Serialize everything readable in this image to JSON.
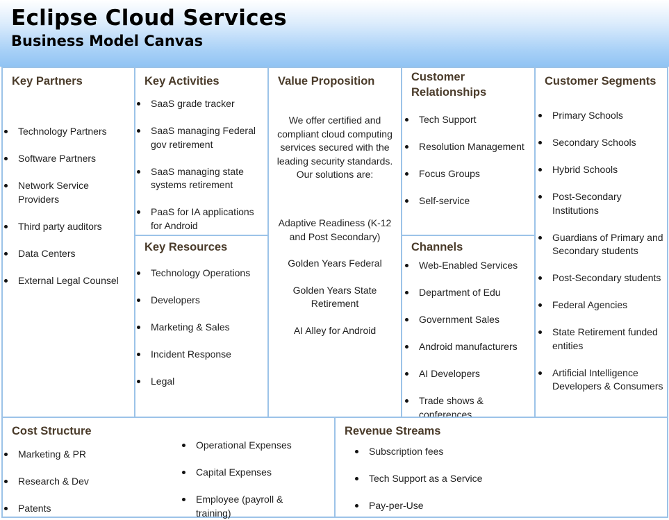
{
  "header": {
    "title": "Eclipse Cloud Services",
    "subtitle": "Business Model Canvas"
  },
  "key_partners": {
    "title": "Key Partners",
    "items": [
      "Technology Partners",
      "Software Partners",
      "Network Service Providers",
      "Third party auditors",
      "Data Centers",
      "External Legal Counsel"
    ]
  },
  "key_activities": {
    "title": "Key Activities",
    "items": [
      "SaaS grade tracker",
      "SaaS managing Federal gov retirement",
      "SaaS managing state systems retirement",
      "PaaS for IA applications for Android"
    ]
  },
  "key_resources": {
    "title": "Key Resources",
    "items": [
      "Technology Operations",
      "Developers",
      "Marketing & Sales",
      "Incident Response",
      "Legal"
    ]
  },
  "value_proposition": {
    "title": "Value Proposition",
    "intro": "We offer certified and compliant cloud computing services secured with the leading security standards. Our solutions are:",
    "solutions": [
      "Adaptive Readiness (K-12 and Post Secondary)",
      "Golden Years Federal",
      "Golden Years State Retirement",
      "AI Alley for Android"
    ]
  },
  "customer_relationships": {
    "title": "Customer Relationships",
    "items": [
      "Tech Support",
      "Resolution Management",
      "Focus Groups",
      "Self-service"
    ]
  },
  "channels": {
    "title": "Channels",
    "items": [
      "Web-Enabled Services",
      "Department of Edu",
      "Government Sales",
      "Android manufacturers",
      "AI Developers",
      "Trade shows & conferences"
    ]
  },
  "customer_segments": {
    "title": "Customer Segments",
    "items": [
      "Primary Schools",
      "Secondary Schools",
      "Hybrid Schools",
      "Post-Secondary Institutions",
      "Guardians  of Primary and Secondary students",
      "Post-Secondary students",
      "Federal Agencies",
      "State Retirement funded entities",
      "Artificial Intelligence Developers & Consumers"
    ]
  },
  "cost_structure": {
    "title": "Cost Structure",
    "items_left": [
      "Marketing & PR",
      "Research & Dev",
      "Patents"
    ],
    "items_right": [
      "Operational Expenses",
      "Capital Expenses",
      "Employee (payroll & training)"
    ]
  },
  "revenue_streams": {
    "title": "Revenue Streams",
    "items": [
      "Subscription fees",
      "Tech Support as a Service",
      "Pay-per-Use"
    ]
  },
  "colors": {
    "border": "#9cc3e8",
    "heading": "#4a3b2a",
    "header_gradient_end": "#90c3f3"
  }
}
